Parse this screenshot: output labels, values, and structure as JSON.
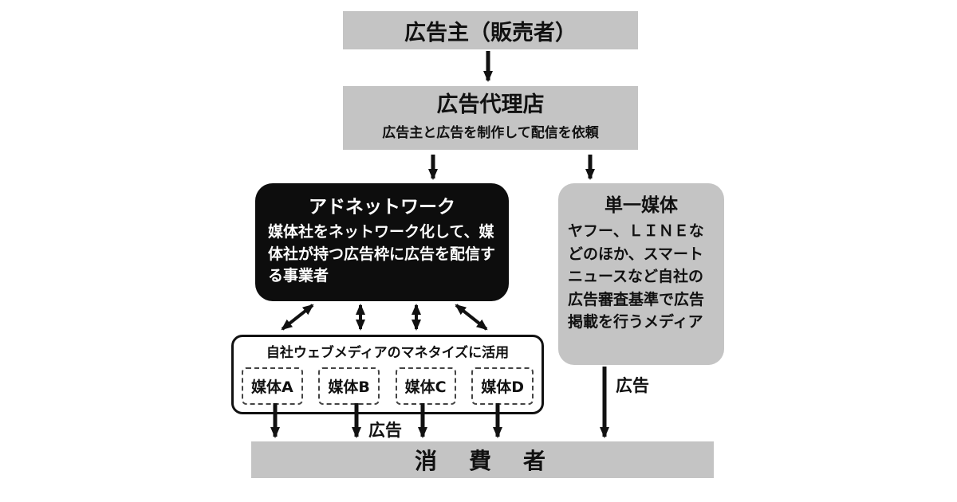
{
  "diagram": {
    "advertiser": {
      "label": "広告主（販売者）"
    },
    "agency": {
      "title": "広告代理店",
      "subtitle": "広告主と広告を制作して配信を依頼"
    },
    "ad_network": {
      "title": "アドネットワーク",
      "body": "媒体社をネットワーク化して、媒体社が持つ広告枠に広告を配信する事業者"
    },
    "single_media": {
      "title": "単一媒体",
      "body": "ヤフー、ＬＩＮＥなどのほか、スマートニュースなど自社の広告審査基準で広告掲載を行うメディア"
    },
    "media_group": {
      "title": "自社ウェブメディアのマネタイズに活用",
      "items": [
        "媒体A",
        "媒体B",
        "媒体C",
        "媒体D"
      ]
    },
    "consumer": {
      "label": "消　費　者"
    },
    "ad_label_left": "広告",
    "ad_label_right": "広告",
    "colors": {
      "box_gray": "#c4c4c4",
      "box_black": "#0d0d0d",
      "arrow": "#111111"
    }
  }
}
